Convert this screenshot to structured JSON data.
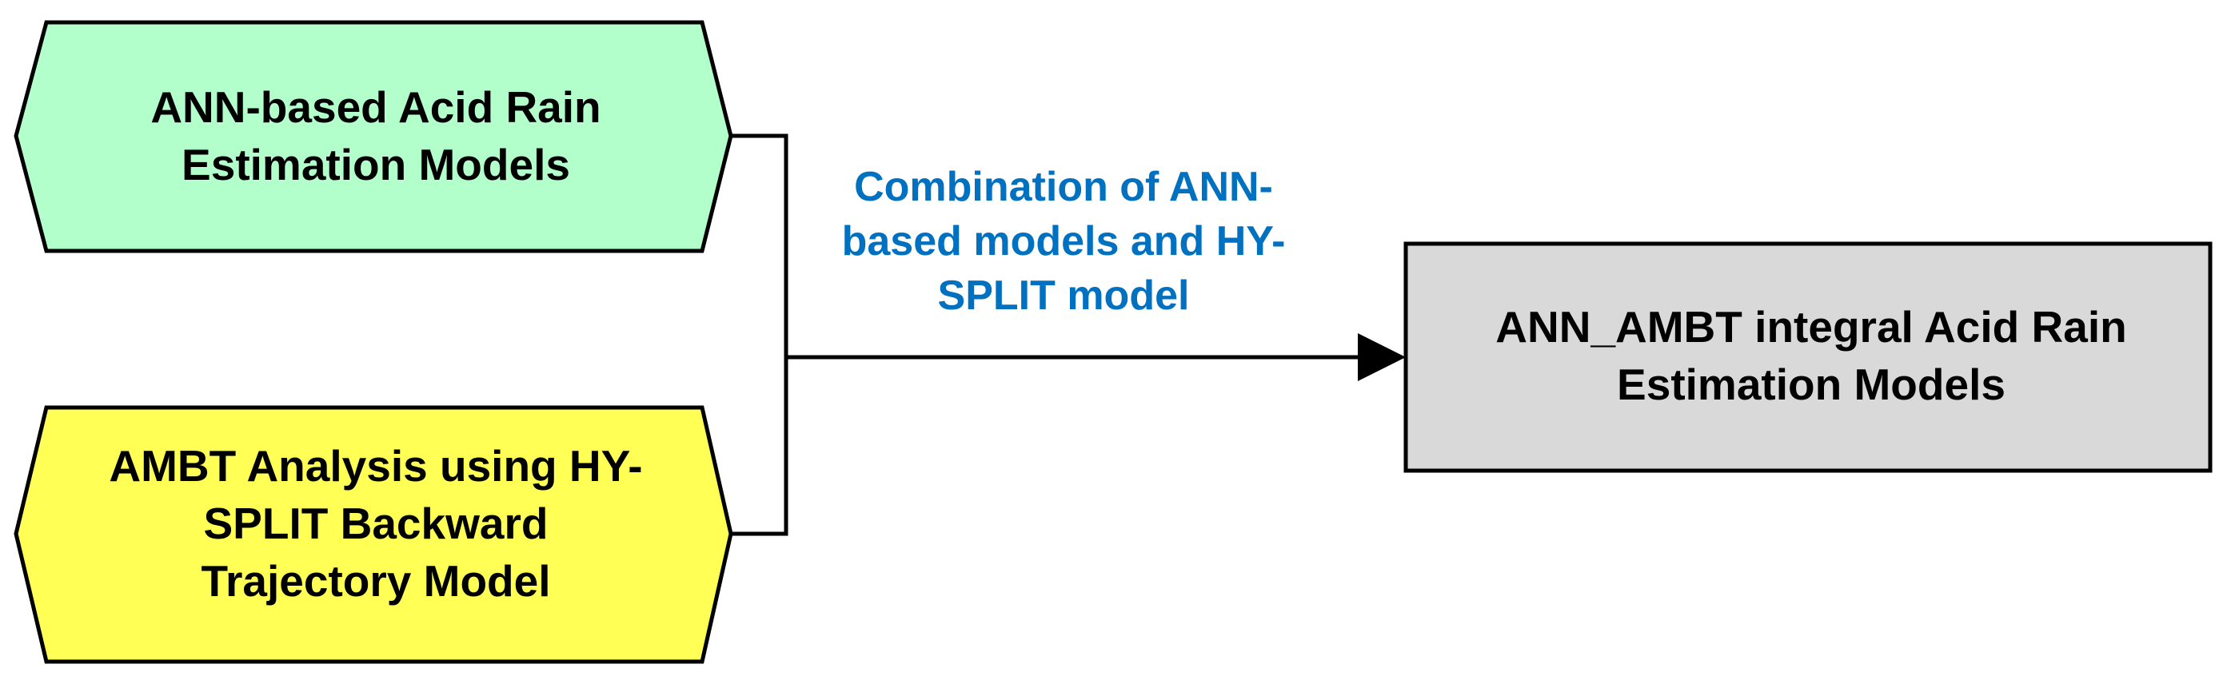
{
  "nodes": {
    "ann": {
      "lines": [
        "ANN-based Acid Rain",
        "Estimation Models"
      ],
      "fill": "#B3FFCC"
    },
    "ambt": {
      "lines": [
        "AMBT Analysis using HY-",
        "SPLIT Backward",
        "Trajectory Model"
      ],
      "fill": "#FFFF55"
    },
    "result": {
      "lines": [
        "ANN_AMBT integral Acid Rain",
        "Estimation Models"
      ],
      "fill": "#D9D9D9"
    }
  },
  "edge": {
    "label_lines": [
      "Combination of ANN-",
      "based models and HY-",
      "SPLIT model"
    ],
    "label_color": "#0070C0"
  },
  "colors": {
    "stroke": "#000000",
    "background": "#FFFFFF"
  }
}
